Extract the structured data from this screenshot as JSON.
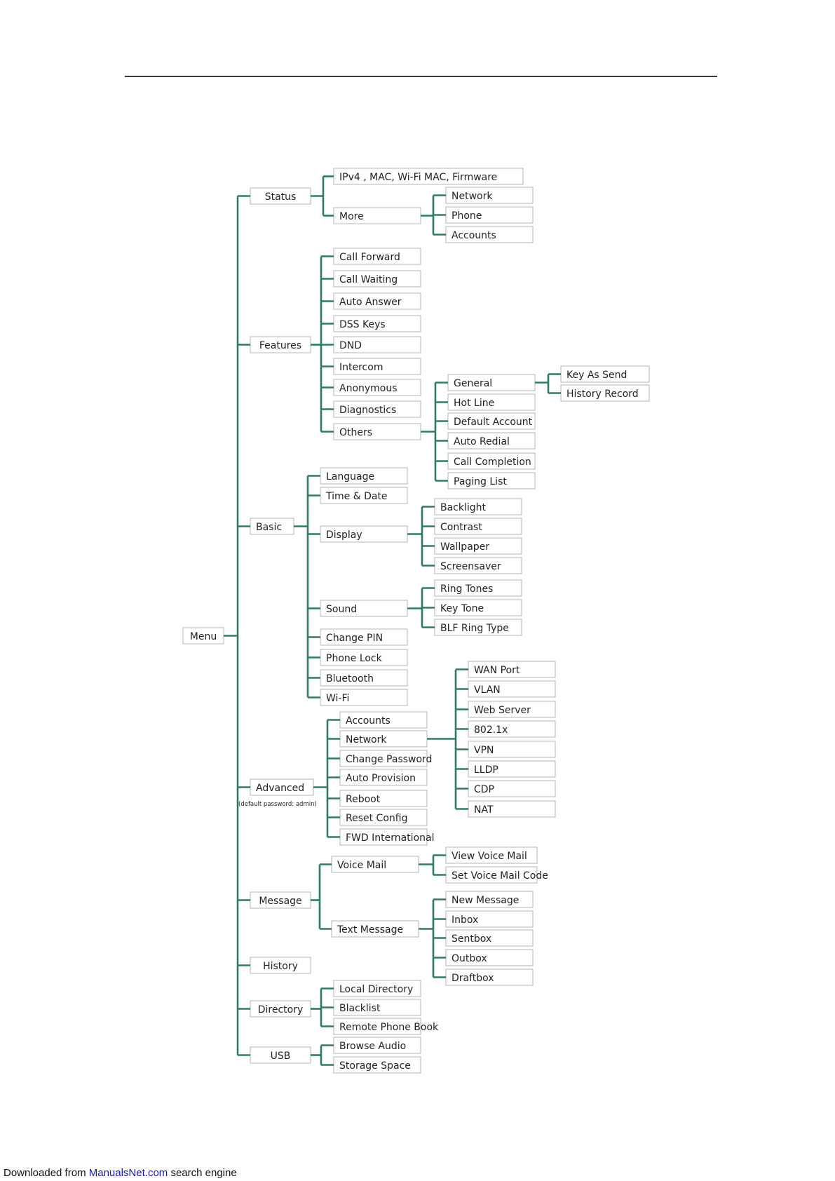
{
  "menu": {
    "root": "Menu",
    "status": "Status",
    "status_info": "IPv4 , MAC, Wi-Fi MAC, Firmware",
    "more": "More",
    "more_items": [
      "Network",
      "Phone",
      "Accounts"
    ],
    "features": "Features",
    "features_items": [
      "Call Forward",
      "Call Waiting",
      "Auto Answer",
      "DSS Keys",
      "DND",
      "Intercom",
      "Anonymous",
      "Diagnostics",
      "Others"
    ],
    "others_items": [
      "General",
      "Hot Line",
      "Default Account",
      "Auto Redial",
      "Call Completion",
      "Paging List"
    ],
    "general_items": [
      "Key As Send",
      "History Record"
    ],
    "basic": "Basic",
    "basic_items": [
      "Language",
      "Time & Date",
      "Display",
      "Sound",
      "Change PIN",
      "Phone Lock",
      "Bluetooth",
      "Wi-Fi"
    ],
    "display_items": [
      "Backlight",
      "Contrast",
      "Wallpaper",
      "Screensaver"
    ],
    "sound_items": [
      "Ring Tones",
      "Key Tone",
      "BLF Ring Type"
    ],
    "advanced": "Advanced",
    "advanced_note": "(default password: admin)",
    "advanced_items": [
      "Accounts",
      "Network",
      "Change Password",
      "Auto Provision",
      "Reboot",
      "Reset Config",
      "FWD International"
    ],
    "network_items": [
      "WAN Port",
      "VLAN",
      "Web Server",
      "802.1x",
      "VPN",
      "LLDP",
      "CDP",
      "NAT"
    ],
    "message": "Message",
    "voice_mail": "Voice Mail",
    "voice_mail_items": [
      "View Voice Mail",
      "Set Voice Mail Code"
    ],
    "text_message": "Text Message",
    "text_message_items": [
      "New Message",
      "Inbox",
      "Sentbox",
      "Outbox",
      "Draftbox"
    ],
    "history": "History",
    "directory": "Directory",
    "directory_items": [
      "Local Directory",
      "Blacklist",
      "Remote Phone Book"
    ],
    "usb": "USB",
    "usb_items": [
      "Browse Audio",
      "Storage Space"
    ]
  },
  "footer": {
    "prefix": "Downloaded from ",
    "link": "ManualsNet.com",
    "suffix": " search engine"
  },
  "colors": {
    "connector": "#2e7d5e",
    "box_border": "#b5b5b5",
    "rule": "#3a3a3a",
    "link": "#1a1aa6"
  }
}
